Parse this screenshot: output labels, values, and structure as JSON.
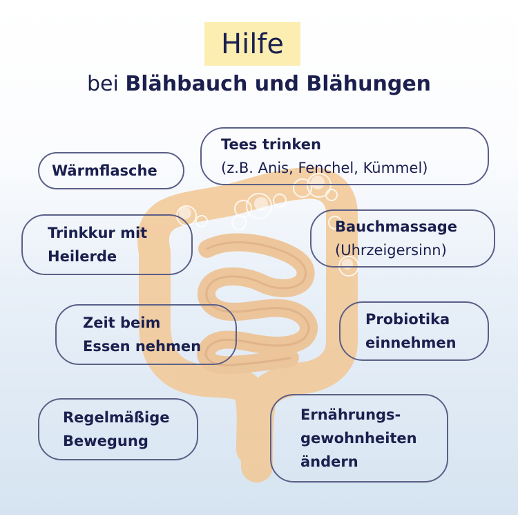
{
  "title": {
    "highlight": "Hilfe",
    "subtitle_prefix": "bei",
    "subtitle_bold": "Blähbauch und Blähungen"
  },
  "tips": [
    {
      "id": "waermflasche",
      "lines": [
        "Wärmflasche"
      ]
    },
    {
      "id": "tees",
      "lines": [
        "Tees trinken"
      ],
      "detail": "(z.B. Anis, Fenchel, Kümmel)"
    },
    {
      "id": "trinkkur",
      "lines": [
        "Trinkkur mit",
        "Heilerde"
      ]
    },
    {
      "id": "bauchmassage",
      "lines": [
        "Bauchmassage"
      ],
      "detail": "(Uhrzeigersinn)"
    },
    {
      "id": "zeit",
      "lines": [
        "Zeit beim",
        "Essen nehmen"
      ]
    },
    {
      "id": "probiotika",
      "lines": [
        "Probiotika",
        "einnehmen"
      ]
    },
    {
      "id": "bewegung",
      "lines": [
        "Regelmäßige",
        "Bewegung"
      ]
    },
    {
      "id": "ernaehrung",
      "lines": [
        "Ernährungs-",
        "gewohnheiten",
        "ändern"
      ]
    }
  ],
  "colors": {
    "navy": "#1a1f4e",
    "highlight": "#fbeeb0",
    "intestine": "#f3c690",
    "intestine_dark": "#e0a874",
    "border": "#5a5f86"
  }
}
